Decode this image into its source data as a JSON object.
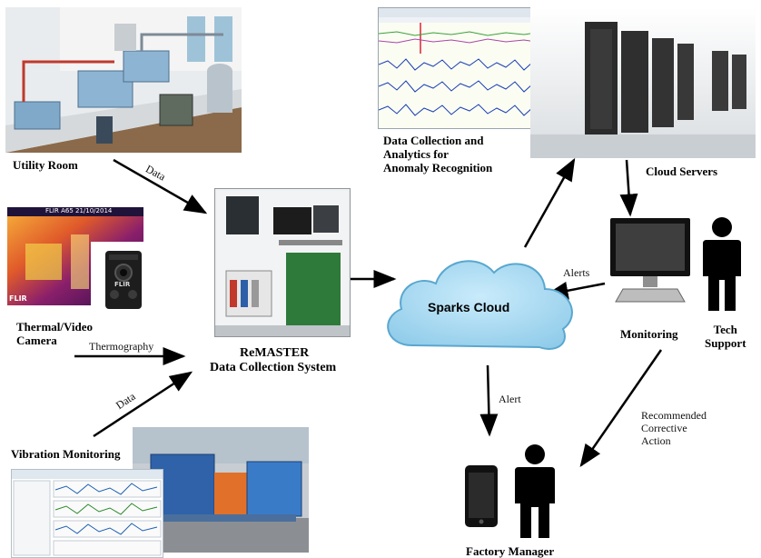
{
  "nodes": {
    "utility_room": "Utility Room",
    "thermal_camera": "Thermal/Video\nCamera",
    "vibration": "Vibration Monitoring",
    "remaster_line1": "ReMASTER",
    "remaster_line2": "Data Collection System",
    "analytics": "Data Collection and\nAnalytics for\nAnomaly Recognition",
    "cloud_servers": "Cloud Servers",
    "sparks_cloud": "Sparks Cloud",
    "monitoring": "Monitoring",
    "tech_support": "Tech\nSupport",
    "factory_manager": "Factory Manager"
  },
  "edges": {
    "data_top": "Data",
    "thermography": "Thermography",
    "data_bottom": "Data",
    "alerts": "Alerts",
    "alert": "Alert",
    "recommended": "Recommended\nCorrective\nAction"
  },
  "thermal": {
    "brand": "FLIR",
    "header": "FLIR A65 21/10/2014"
  },
  "colors": {
    "cloud_fill": "#9fd4ee",
    "cloud_stroke": "#5aa7cf",
    "arrow": "#000000",
    "server_dark": "#2b2b2b"
  }
}
